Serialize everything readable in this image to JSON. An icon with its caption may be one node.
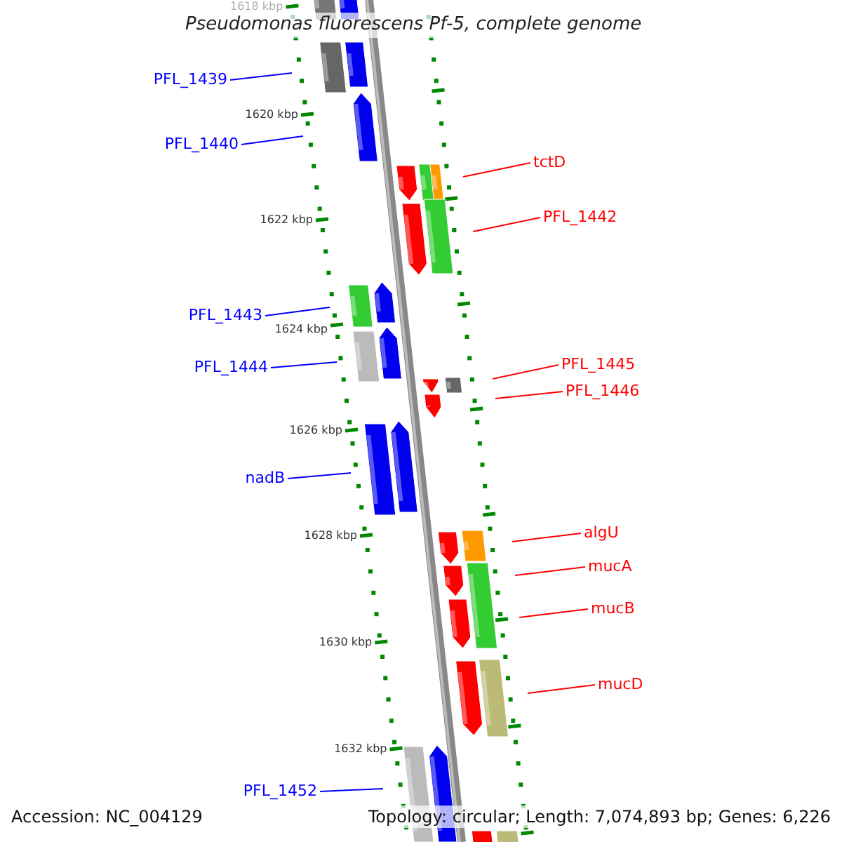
{
  "diagram": {
    "title": "Pseudomonas fluorescens Pf-5, complete genome",
    "nodes": [
      {
        "text": [
          "PFL_1439"
        ]
      },
      {
        "text": [
          "PFL_1440"
        ]
      },
      {
        "text": [
          "tctD"
        ]
      },
      {
        "text": [
          "PFL_1442"
        ]
      },
      {
        "text": [
          "PFL_1443"
        ]
      },
      {
        "text": [
          "PFL_1444"
        ]
      },
      {
        "text": [
          "PFL_1445"
        ]
      },
      {
        "text": [
          "PFL_1446"
        ]
      },
      {
        "text": [
          "nadB"
        ]
      },
      {
        "text": [
          "algU"
        ]
      },
      {
        "text": [
          "mucA"
        ]
      },
      {
        "text": [
          "mucB"
        ]
      },
      {
        "text": [
          "mucD"
        ]
      },
      {
        "text": [
          "PFL_1452"
        ]
      }
    ],
    "edges": [
      {
        "from": 0,
        "to": null,
        "arrow": "none",
        "color": "#0000ff"
      },
      {
        "from": 1,
        "to": null,
        "arrow": "none",
        "color": "#0000ff"
      },
      {
        "from": 2,
        "to": null,
        "arrow": "none"
      },
      {
        "from": 3,
        "to": null,
        "arrow": "none"
      },
      {
        "from": 4,
        "to": null,
        "arrow": "none",
        "color": "#0000ff"
      },
      {
        "from": 5,
        "to": null,
        "arrow": "none",
        "color": "#0000ff"
      },
      {
        "from": 6,
        "to": null,
        "arrow": "none"
      },
      {
        "from": 7,
        "to": null,
        "arrow": "none"
      },
      {
        "from": 8,
        "to": null,
        "arrow": "none",
        "color": "#0000ff"
      },
      {
        "from": 9,
        "to": null,
        "arrow": "none"
      },
      {
        "from": 10,
        "to": null,
        "arrow": "none"
      },
      {
        "from": 11,
        "to": null,
        "arrow": "none"
      },
      {
        "from": 12,
        "to": null,
        "arrow": "none"
      },
      {
        "from": 13,
        "to": null,
        "arrow": "none",
        "color": "#0000ff"
      }
    ],
    "labels": [
      "1618 kbp",
      "1620 kbp",
      "1622 kbp",
      "1624 kbp",
      "1626 kbp",
      "1628 kbp",
      "1630 kbp",
      "1632 kbp",
      "Accession: NC_004129",
      "Topology: circular; Length: 7,074,893 bp; Genes: 6,226"
    ]
  }
}
